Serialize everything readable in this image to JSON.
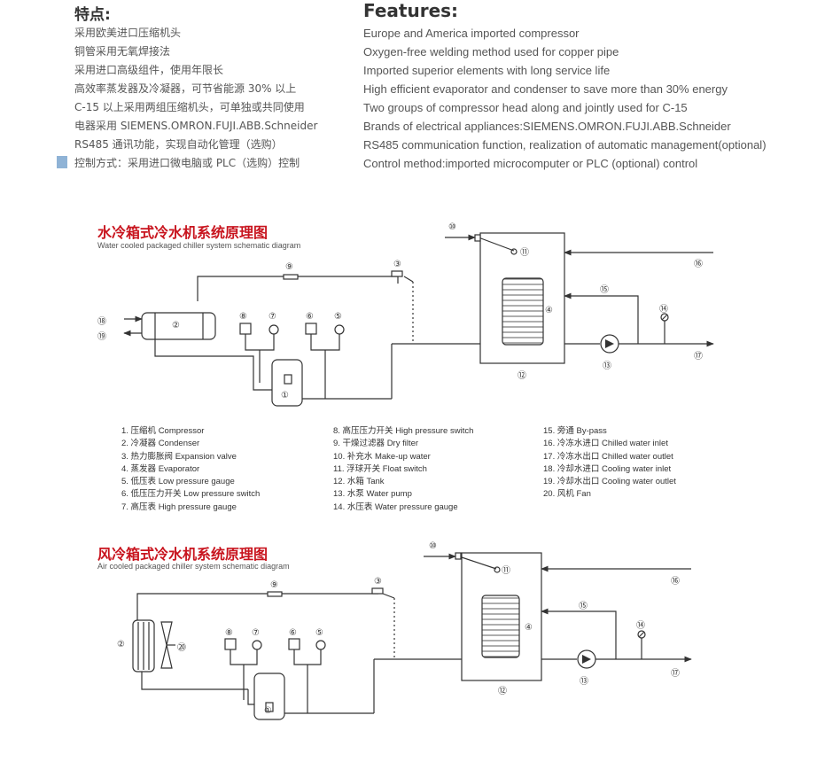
{
  "features": {
    "cn_title": "特点:",
    "en_title": "Features:",
    "cn_items": [
      "采用欧美进口压缩机头",
      "铜管采用无氧焊接法",
      "采用进口高级组件，使用年限长",
      "高效率蒸发器及冷凝器，可节省能源 30% 以上",
      "C-15 以上采用两组压缩机头，可单独或共同使用",
      "电器采用 SIEMENS.OMRON.FUJI.ABB.Schneider",
      "RS485 通讯功能，实现自动化管理（选购）",
      "控制方式：采用进口微电脑或 PLC（选购）控制"
    ],
    "en_items": [
      "Europe and America imported compressor",
      "Oxygen-free welding method used for copper pipe",
      "Imported superior elements with long service life",
      "High efficient evaporator and condenser to save more than 30% energy",
      "Two groups of compressor head along and jointly used for C-15",
      "Brands of electrical appliances:SIEMENS.OMRON.FUJI.ABB.Schneider",
      "RS485 communication function, realization of automatic management(optional)",
      "Control method:imported microcomputer or PLC (optional) control"
    ]
  },
  "diagram1": {
    "title": "水冷箱式冷水机系统原理图",
    "subtitle": "Water cooled packaged chiller system schematic diagram"
  },
  "diagram2": {
    "title": "风冷箱式冷水机系统原理图",
    "subtitle": "Air cooled packaged chiller system schematic diagram"
  },
  "legend": {
    "col1": [
      "1. 压缩机 Compressor",
      "2. 冷凝器 Condenser",
      "3. 热力膨胀阀 Expansion valve",
      "4. 蒸发器 Evaporator",
      "5. 低压表 Low pressure gauge",
      "6. 低压压力开关 Low pressure switch",
      "7. 高压表 High pressure gauge"
    ],
    "col2": [
      "8. 高压压力开关 High pressure switch",
      "9. 干燥过滤器 Dry filter",
      "10. 补充水 Make-up water",
      "11. 浮球开关 Float switch",
      "12. 水箱 Tank",
      "13. 水泵 Water pump",
      "14. 水压表 Water pressure gauge"
    ],
    "col3": [
      "15. 旁通 By-pass",
      "16. 冷冻水进口 Chilled water inlet",
      "17. 冷冻水出口 Chilled water outlet",
      "18. 冷却水进口 Cooling water inlet",
      "19. 冷却水出口 Cooling water outlet",
      "20. 风机 Fan"
    ]
  },
  "labels": {
    "n1": "①",
    "n2": "②",
    "n3": "③",
    "n4": "④",
    "n5": "⑤",
    "n6": "⑥",
    "n7": "⑦",
    "n8": "⑧",
    "n9": "⑨",
    "n10": "⑩",
    "n11": "⑪",
    "n12": "⑫",
    "n13": "⑬",
    "n14": "⑭",
    "n15": "⑮",
    "n16": "⑯",
    "n17": "⑰",
    "n18": "⑱",
    "n19": "⑲",
    "n20": "⑳"
  },
  "colors": {
    "title_red": "#c8141e",
    "line": "#333333",
    "marker": "#8fb3d6"
  }
}
